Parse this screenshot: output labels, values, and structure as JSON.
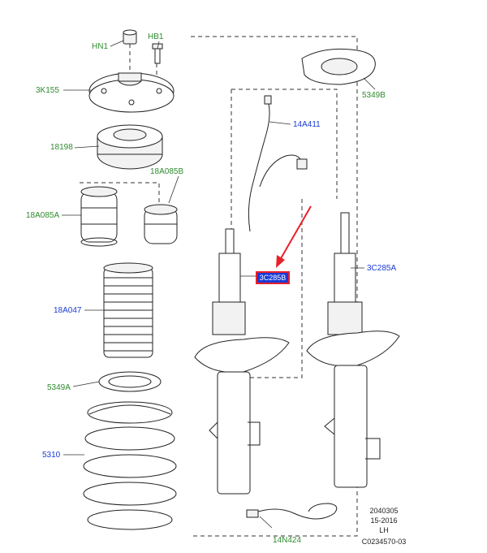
{
  "labels": {
    "hn1": "HN1",
    "hb1": "HB1",
    "p3k155": "3K155",
    "p18198": "18198",
    "p18a085b": "18A085B",
    "p18a085a": "18A085A",
    "p18a047": "18A047",
    "p5349a": "5349A",
    "p5310": "5310",
    "p5349b": "5349B",
    "p14a411": "14A411",
    "p3c285a": "3C285A",
    "p3c285b": "3C285B",
    "p14n424": "14N424"
  },
  "meta": {
    "code1": "2040305",
    "code2": "15-2016",
    "side": "LH",
    "ref": "C0234570-03"
  },
  "colors": {
    "label_green": "#2e8b2e",
    "label_blue": "#1a3bd6",
    "highlight_red": "#e8202a"
  }
}
